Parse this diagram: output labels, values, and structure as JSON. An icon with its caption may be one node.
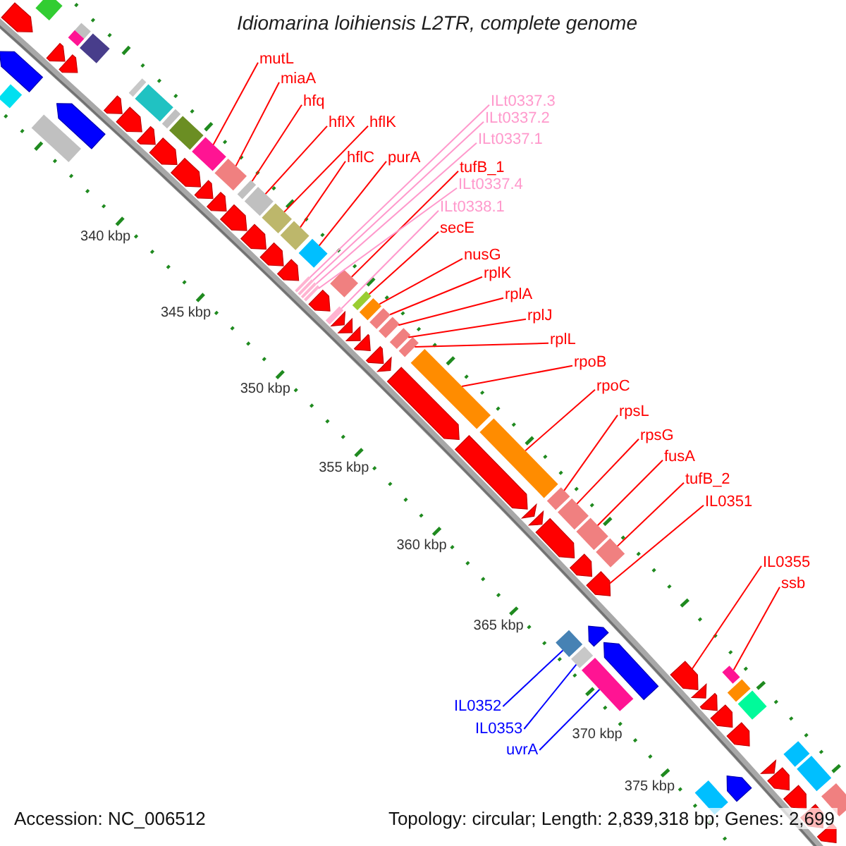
{
  "diagram": {
    "title": "Idiomarina loihiensis L2TR, complete genome",
    "nodes": [
      {
        "text": [
          "mutL"
        ]
      },
      {
        "text": [
          "miaA"
        ]
      },
      {
        "text": [
          "hfq"
        ]
      },
      {
        "text": [
          "hflX"
        ]
      },
      {
        "text": [
          "hflK"
        ]
      },
      {
        "text": [
          "hflC"
        ]
      },
      {
        "text": [
          "purA"
        ]
      },
      {
        "text": [
          "ILt0337.3"
        ]
      },
      {
        "text": [
          "ILt0337.2"
        ]
      },
      {
        "text": [
          "ILt0337.1"
        ]
      },
      {
        "text": [
          "tufB_1"
        ]
      },
      {
        "text": [
          "ILt0337.4"
        ]
      },
      {
        "text": [
          "ILt0338.1"
        ]
      },
      {
        "text": [
          "secE"
        ]
      },
      {
        "text": [
          "nusG"
        ]
      },
      {
        "text": [
          "rplK"
        ]
      },
      {
        "text": [
          "rplA"
        ]
      },
      {
        "text": [
          "rplJ"
        ]
      },
      {
        "text": [
          "rplL"
        ]
      },
      {
        "text": [
          "rpoB"
        ]
      },
      {
        "text": [
          "rpoC"
        ]
      },
      {
        "text": [
          "rpsL"
        ]
      },
      {
        "text": [
          "rpsG"
        ]
      },
      {
        "text": [
          "fusA"
        ]
      },
      {
        "text": [
          "tufB_2"
        ]
      },
      {
        "text": [
          "IL0351"
        ]
      },
      {
        "text": [
          "IL0355"
        ]
      },
      {
        "text": [
          "ssb"
        ]
      },
      {
        "text": [
          "IL0352"
        ]
      },
      {
        "text": [
          "IL0353"
        ]
      },
      {
        "text": [
          "uvrA"
        ]
      },
      {
        "text": [],
        "shape": "arrow"
      },
      {
        "text": [],
        "shape": "bar"
      },
      {
        "text": [],
        "shape": "arrow"
      },
      {
        "text": [],
        "shape": "bar"
      },
      {
        "text": [],
        "shape": "arrow"
      },
      {
        "text": [],
        "shape": "bar"
      },
      {
        "text": [],
        "shape": "bar"
      },
      {
        "text": [],
        "shape": "arrow"
      },
      {
        "text": [],
        "shape": "bar"
      },
      {
        "text": [],
        "shape": "bar"
      },
      {
        "text": [],
        "shape": "arrow"
      },
      {
        "text": [],
        "shape": "arrow"
      },
      {
        "text": [],
        "shape": "bar"
      },
      {
        "text": [],
        "shape": "bar"
      },
      {
        "text": [],
        "shape": "arrow"
      },
      {
        "text": [],
        "shape": "arrow"
      },
      {
        "text": [],
        "shape": "bar"
      },
      {
        "text": [],
        "shape": "bar"
      },
      {
        "text": [],
        "shape": "arrow"
      },
      {
        "text": [],
        "shape": "arrow"
      },
      {
        "text": [],
        "shape": "bar"
      },
      {
        "text": [],
        "shape": "bar"
      },
      {
        "text": [],
        "shape": "arrow"
      },
      {
        "text": [],
        "shape": "arrow"
      },
      {
        "text": [],
        "shape": "bar"
      },
      {
        "text": [],
        "shape": "arrow"
      },
      {
        "text": [],
        "shape": "bar"
      },
      {
        "text": [],
        "shape": "arrow"
      },
      {
        "text": [],
        "shape": "bar"
      },
      {
        "text": [],
        "shape": "bar"
      },
      {
        "text": [],
        "shape": "arrow"
      },
      {
        "text": [],
        "shape": "arrow"
      },
      {
        "text": [],
        "shape": "bar"
      },
      {
        "text": [],
        "shape": "bar"
      },
      {
        "text": [],
        "shape": "bar"
      },
      {
        "text": [],
        "shape": "bar"
      },
      {
        "text": [],
        "shape": "bar"
      },
      {
        "text": [],
        "shape": "arrow"
      },
      {
        "text": [],
        "shape": "bar"
      },
      {
        "text": [],
        "shape": "bar"
      },
      {
        "text": [],
        "shape": "arrow"
      },
      {
        "text": [],
        "shape": "bar"
      },
      {
        "text": [],
        "shape": "arrow"
      },
      {
        "text": [],
        "shape": "bar"
      },
      {
        "text": [],
        "shape": "arrow"
      },
      {
        "text": [],
        "shape": "bar"
      },
      {
        "text": [],
        "shape": "arrow"
      },
      {
        "text": [],
        "shape": "bar"
      },
      {
        "text": [],
        "shape": "arrow"
      },
      {
        "text": [],
        "shape": "bar"
      },
      {
        "text": [],
        "shape": "arrow"
      },
      {
        "text": [],
        "shape": "bar"
      },
      {
        "text": [],
        "shape": "arrow"
      },
      {
        "text": [],
        "shape": "bar"
      },
      {
        "text": [],
        "shape": "arrow"
      },
      {
        "text": [],
        "shape": "bar"
      },
      {
        "text": [],
        "shape": "arrow"
      },
      {
        "text": [],
        "shape": "bar"
      },
      {
        "text": [],
        "shape": "arrow"
      },
      {
        "text": [],
        "shape": "arrow"
      },
      {
        "text": [],
        "shape": "bar"
      },
      {
        "text": [],
        "shape": "bar"
      },
      {
        "text": [],
        "shape": "arrow"
      },
      {
        "text": [],
        "shape": "bar"
      },
      {
        "text": [],
        "shape": "arrow"
      },
      {
        "text": [],
        "shape": "bar"
      },
      {
        "text": [],
        "shape": "arrow"
      },
      {
        "text": [],
        "shape": "bar"
      },
      {
        "text": [],
        "shape": "arrow"
      },
      {
        "text": [],
        "shape": "bar"
      },
      {
        "text": [],
        "shape": "arrow"
      },
      {
        "text": [],
        "shape": "arrow"
      },
      {
        "text": [],
        "shape": "bar"
      },
      {
        "text": [],
        "shape": "arrow"
      },
      {
        "text": [],
        "shape": "bar"
      },
      {
        "text": [],
        "shape": "arrow"
      },
      {
        "text": [],
        "shape": "bar"
      },
      {
        "text": [],
        "shape": "arrow"
      },
      {
        "text": [],
        "shape": "bar"
      },
      {
        "text": [],
        "shape": "arrow"
      },
      {
        "text": [],
        "shape": "arrow"
      },
      {
        "text": [],
        "shape": "bar"
      },
      {
        "text": [],
        "shape": "arrow"
      },
      {
        "text": [],
        "shape": "bar"
      },
      {
        "text": [],
        "shape": "arrow"
      },
      {
        "text": [],
        "shape": "bar"
      },
      {
        "text": [],
        "shape": "arrow"
      },
      {
        "text": [],
        "shape": "arrow"
      }
    ],
    "edges": [
      {
        "from": 0,
        "to": 51,
        "arrow": "none"
      },
      {
        "from": 1,
        "to": 52,
        "arrow": "none"
      },
      {
        "from": 2,
        "to": 55,
        "arrow": "none"
      },
      {
        "from": 3,
        "to": 57,
        "arrow": "none"
      },
      {
        "from": 4,
        "to": 59,
        "arrow": "none"
      },
      {
        "from": 5,
        "to": 60,
        "arrow": "none"
      },
      {
        "from": 6,
        "to": 63,
        "arrow": "none"
      },
      {
        "from": 7,
        "to": 64,
        "arrow": "none",
        "color": "#ff99cc"
      },
      {
        "from": 8,
        "to": 65,
        "arrow": "none",
        "color": "#ff99cc"
      },
      {
        "from": 9,
        "to": 66,
        "arrow": "none",
        "color": "#ff99cc"
      },
      {
        "from": 10,
        "to": 69,
        "arrow": "none"
      },
      {
        "from": 11,
        "to": 67,
        "arrow": "none",
        "color": "#ff99cc"
      },
      {
        "from": 12,
        "to": 70,
        "arrow": "none",
        "color": "#ff99cc"
      },
      {
        "from": 13,
        "to": 72,
        "arrow": "none"
      },
      {
        "from": 14,
        "to": 74,
        "arrow": "none"
      },
      {
        "from": 15,
        "to": 76,
        "arrow": "none"
      },
      {
        "from": 16,
        "to": 78,
        "arrow": "none"
      },
      {
        "from": 17,
        "to": 80,
        "arrow": "none"
      },
      {
        "from": 18,
        "to": 82,
        "arrow": "none"
      },
      {
        "from": 19,
        "to": 84,
        "arrow": "none"
      },
      {
        "from": 20,
        "to": 86,
        "arrow": "none"
      },
      {
        "from": 21,
        "to": 88,
        "arrow": "none"
      },
      {
        "from": 22,
        "to": 91,
        "arrow": "none"
      },
      {
        "from": 23,
        "to": 92,
        "arrow": "none"
      },
      {
        "from": 24,
        "to": 94,
        "arrow": "none"
      },
      {
        "from": 25,
        "to": 95,
        "arrow": "none"
      },
      {
        "from": 26,
        "to": 101,
        "arrow": "none"
      },
      {
        "from": 27,
        "to": 103,
        "arrow": "none"
      },
      {
        "from": 28,
        "to": 96,
        "arrow": "none",
        "color": "#0000ff"
      },
      {
        "from": 29,
        "to": 98,
        "arrow": "none",
        "color": "#0000ff"
      },
      {
        "from": 30,
        "to": 100,
        "arrow": "none",
        "color": "#0000ff"
      }
    ],
    "labels": [
      "340 kbp",
      "345 kbp",
      "350 kbp",
      "355 kbp",
      "360 kbp",
      "365 kbp",
      "370 kbp",
      "375 kbp",
      "Accession: NC_006512",
      "Topology: circular; Length: 2,839,318 bp; Genes: 2,699"
    ]
  }
}
